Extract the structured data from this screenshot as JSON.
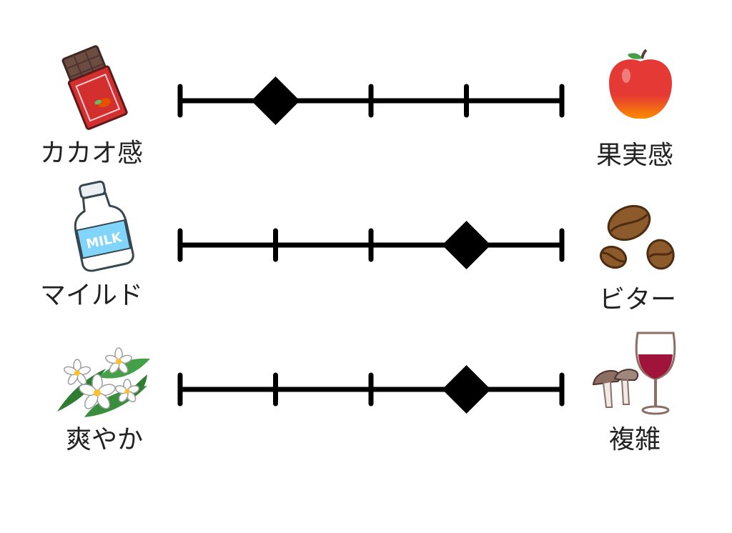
{
  "scales": [
    {
      "left": {
        "label": "カカオ感",
        "icon": "chocolate-bar-icon"
      },
      "right": {
        "label": "果実感",
        "icon": "apple-icon"
      },
      "steps": 5,
      "value": 2
    },
    {
      "left": {
        "label": "マイルド",
        "icon": "milk-bottle-icon"
      },
      "right": {
        "label": "ビター",
        "icon": "coffee-beans-icon"
      },
      "steps": 5,
      "value": 4
    },
    {
      "left": {
        "label": "爽やか",
        "icon": "white-flowers-icon"
      },
      "right": {
        "label": "複雑",
        "icon": "wine-mushroom-icon"
      },
      "steps": 5,
      "value": 4
    }
  ],
  "colors": {
    "line": "#000000",
    "marker": "#000000",
    "chocolate_wrapper": "#d32f2f",
    "chocolate": "#6d4c41",
    "apple": "#e53935",
    "apple_bottom": "#fb8c00",
    "milk_label": "#81d4fa",
    "coffee_bean": "#8d5a2b",
    "flower_leaf": "#2e7d32",
    "wine": "#a0143c",
    "mushroom": "#8d6e63"
  }
}
